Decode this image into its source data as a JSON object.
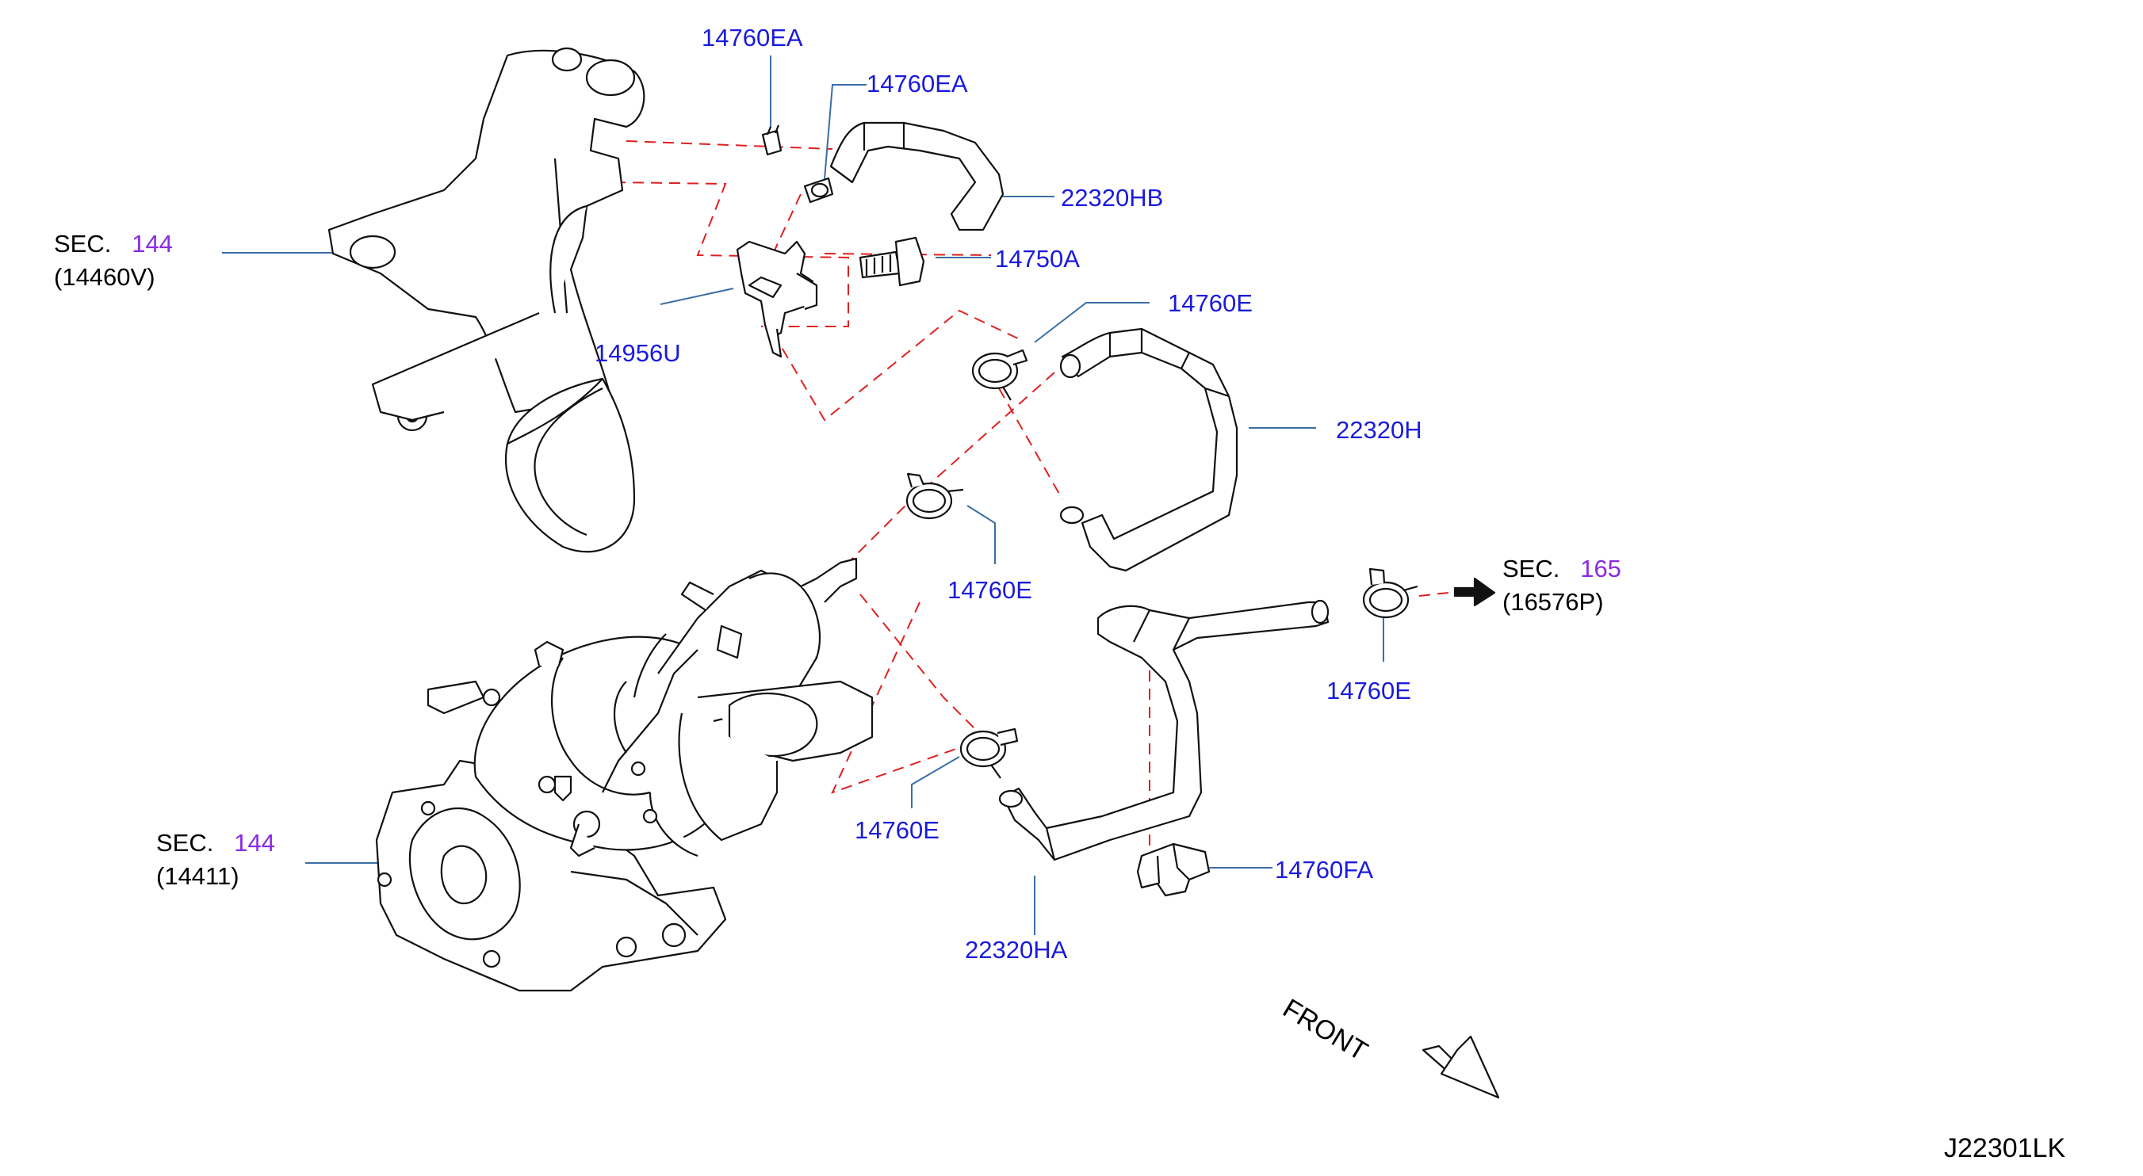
{
  "part_labels": [
    {
      "id": "14760EA_a",
      "text": "14760EA"
    },
    {
      "id": "14760EA_b",
      "text": "14760EA"
    },
    {
      "id": "22320HB",
      "text": "22320HB"
    },
    {
      "id": "14750A",
      "text": "14750A"
    },
    {
      "id": "14956U",
      "text": "14956U"
    },
    {
      "id": "14760E_a",
      "text": "14760E"
    },
    {
      "id": "22320H",
      "text": "22320H"
    },
    {
      "id": "14760E_b",
      "text": "14760E"
    },
    {
      "id": "14760E_c",
      "text": "14760E"
    },
    {
      "id": "14760E_d",
      "text": "14760E"
    },
    {
      "id": "14760FA",
      "text": "14760FA"
    },
    {
      "id": "22320HA",
      "text": "22320HA"
    }
  ],
  "section_refs": [
    {
      "prefix": "SEC.",
      "number": "144",
      "code": "(14460V)"
    },
    {
      "prefix": "SEC.",
      "number": "165",
      "code": "(16576P)"
    },
    {
      "prefix": "SEC.",
      "number": "144",
      "code": "(14411)"
    }
  ],
  "front_label": "FRONT",
  "diagram_code": "J22301LK",
  "colors": {
    "part_number": "#1a1adc",
    "section_number": "#8a2be2",
    "leader": "#3b6ea5",
    "dashed_line": "#e02020",
    "outline": "#000000"
  }
}
